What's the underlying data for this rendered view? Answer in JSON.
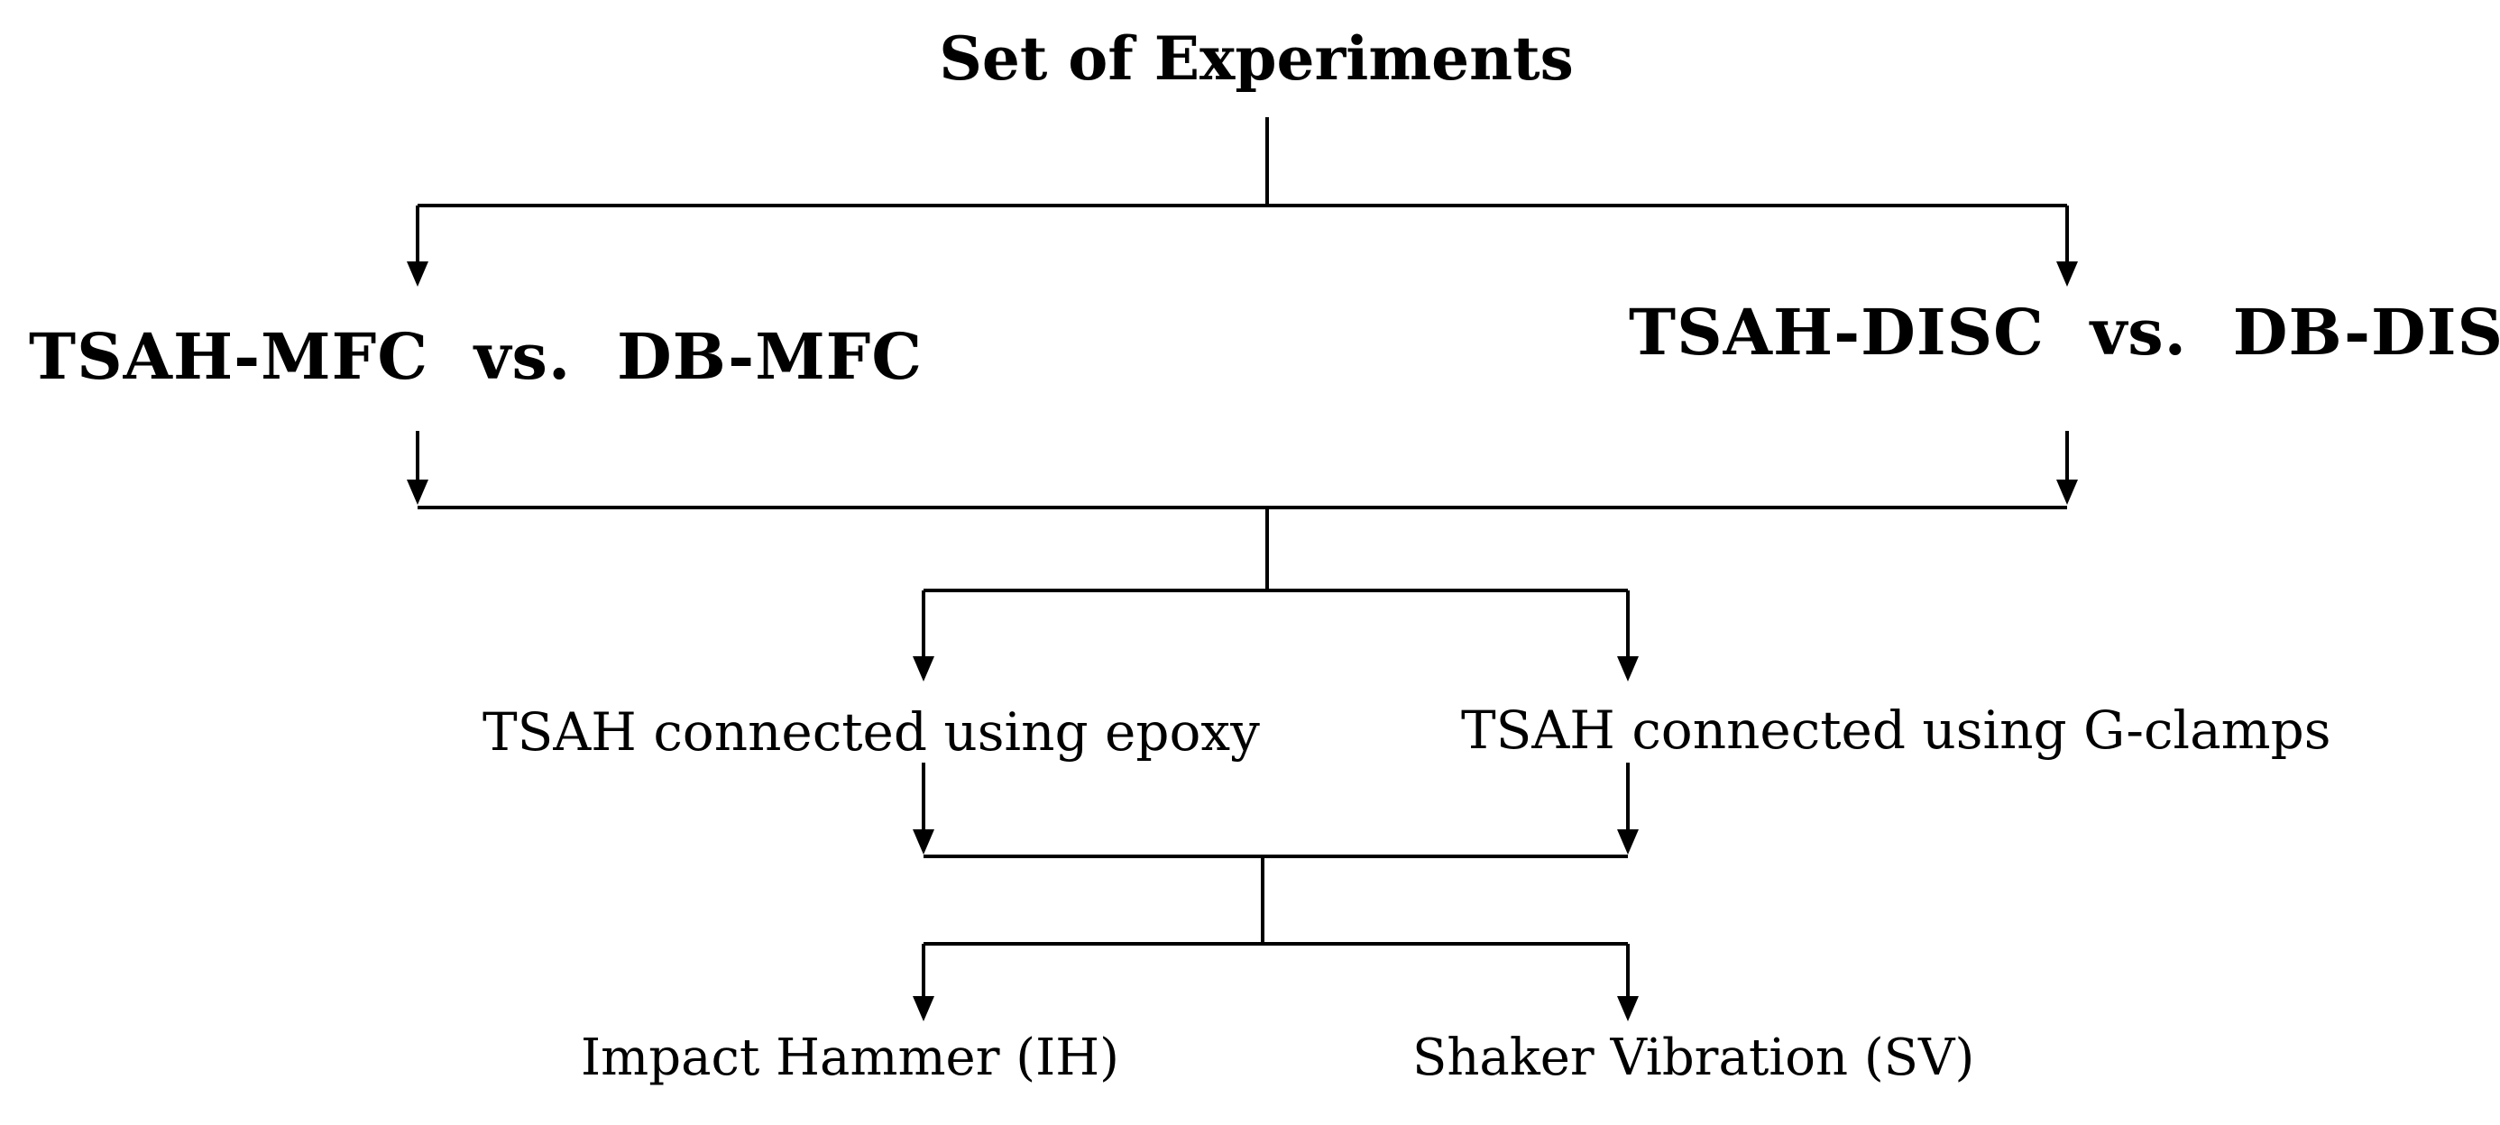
{
  "diagram": {
    "title": "Set of Experiments",
    "comparisons": {
      "mfc": "TSAH-MFC  vs.  DB-MFC",
      "disc": "TSAH-DISC  vs.  DB-DISC"
    },
    "connections": {
      "epoxy": "TSAH connected using epoxy",
      "gclamps": "TSAH connected using G-clamps"
    },
    "methods": {
      "impact_hammer": "Impact Hammer (IH)",
      "shaker_vibration": "Shaker Vibration (SV)"
    }
  }
}
